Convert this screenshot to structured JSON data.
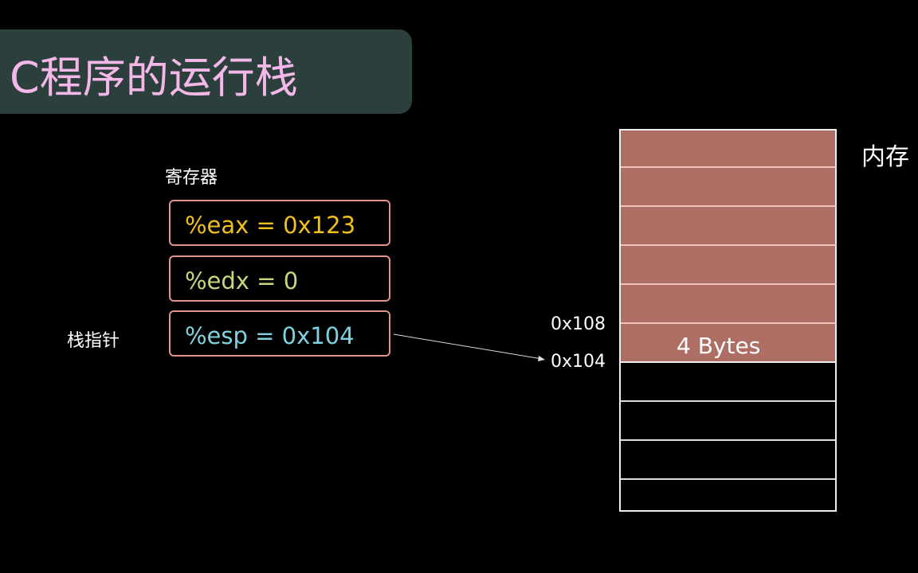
{
  "title": "C程序的运行栈",
  "registers_label": "寄存器",
  "stack_pointer_label": "栈指针",
  "registers": [
    {
      "text": "%eax = 0x123",
      "color": "#f2c01e"
    },
    {
      "text": "%edx = 0",
      "color": "#c9d67e"
    },
    {
      "text": "%esp = 0x104",
      "color": "#7fd3e0"
    }
  ],
  "memory_label": "内存",
  "addresses": {
    "upper": "0x108",
    "lower": "0x104"
  },
  "slot_label": "4 Bytes",
  "colors": {
    "used": "#ae6e64",
    "banner": "#2b3f3c",
    "title": "#f4b8e8"
  }
}
